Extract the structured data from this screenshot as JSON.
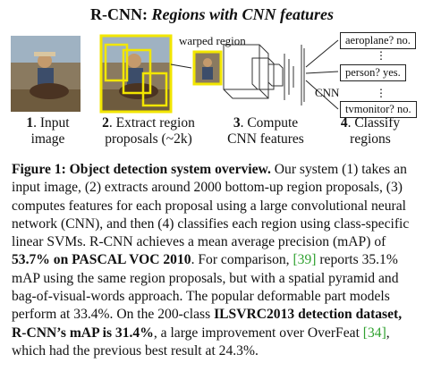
{
  "figure": {
    "title_main": "R-CNN: ",
    "title_italic": "Regions with CNN features",
    "warped_label": "warped region",
    "cnn_label": "CNN",
    "outputs": [
      "aeroplane? no.",
      "person? yes.",
      "tvmonitor? no."
    ],
    "stages": [
      {
        "num": "1",
        "line1": ". Input",
        "line2": "image"
      },
      {
        "num": "2",
        "line1": ". Extract region",
        "line2": "proposals (~2k)"
      },
      {
        "num": "3",
        "line1": ". Compute",
        "line2": "CNN features"
      },
      {
        "num": "4",
        "line1": ". Classify",
        "line2": "regions"
      }
    ]
  },
  "caption": {
    "label": "Figure 1:",
    "heading": " Object detection system overview.",
    "t1": " Our system (1) takes an input image, (2) extracts around 2000 bottom-up region proposals, (3) computes features for each proposal using a large convolutional neural network (CNN), and then (4) classifies each region using class-specific linear SVMs. R-CNN achieves a mean average precision (mAP) of ",
    "b1": "53.7% on PASCAL VOC 2010",
    "t2": ". For comparison, ",
    "cite1": "[39]",
    "t3": " reports 35.1% mAP using the same region proposals, but with a spatial pyramid and bag-of-visual-words approach. The popular deformable part models perform at 33.4%. On the 200-class ",
    "b2": "ILSVRC2013 detection dataset, R-CNN’s mAP is 31.4%",
    "t4": ", a large improvement over OverFeat ",
    "cite2": "[34]",
    "t5": ", which had the previous best result at 24.3%."
  }
}
